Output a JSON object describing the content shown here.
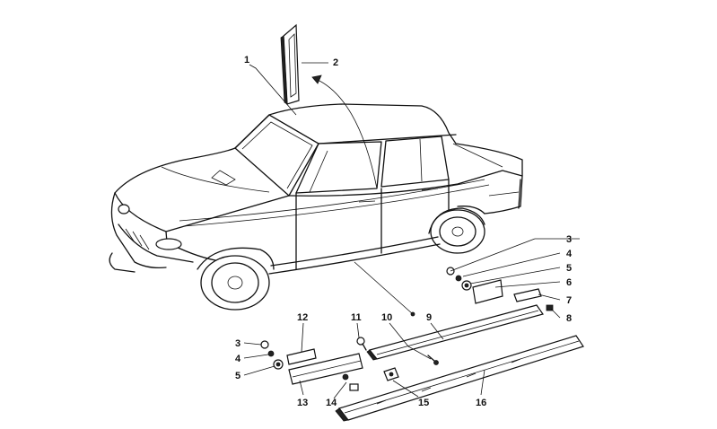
{
  "callouts": [
    {
      "id": "c1",
      "label": "1"
    },
    {
      "id": "c2",
      "label": "2"
    },
    {
      "id": "c3r",
      "label": "3"
    },
    {
      "id": "c4r",
      "label": "4"
    },
    {
      "id": "c5r",
      "label": "5"
    },
    {
      "id": "c6",
      "label": "6"
    },
    {
      "id": "c7",
      "label": "7"
    },
    {
      "id": "c8",
      "label": "8"
    },
    {
      "id": "c9",
      "label": "9"
    },
    {
      "id": "c10",
      "label": "10"
    },
    {
      "id": "c11",
      "label": "11"
    },
    {
      "id": "c12",
      "label": "12"
    },
    {
      "id": "c3l",
      "label": "3"
    },
    {
      "id": "c4l",
      "label": "4"
    },
    {
      "id": "c5l",
      "label": "5"
    },
    {
      "id": "c13",
      "label": "13"
    },
    {
      "id": "c14",
      "label": "14"
    },
    {
      "id": "c15",
      "label": "15"
    },
    {
      "id": "c16",
      "label": "16"
    }
  ]
}
